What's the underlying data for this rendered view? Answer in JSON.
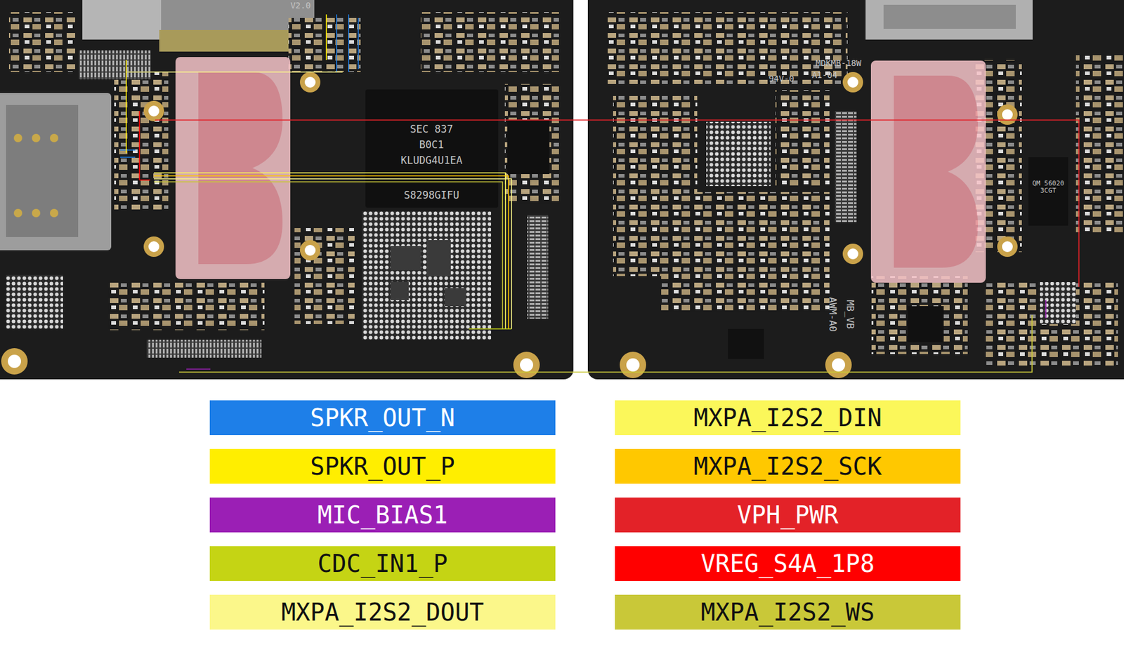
{
  "diagram": {
    "labels": [
      "V2.0",
      "SEC 837",
      "B0C1",
      "KLUDG4U1EA",
      "S8298GIFU",
      "94V-0",
      "A1-04",
      "MDKMB-18W",
      "QM 56020 3CGT",
      "AWM-A0",
      "MB_VB"
    ],
    "legend": [
      {
        "text": "SPKR_OUT_N",
        "color": "#1e7fe8"
      },
      {
        "text": "SPKR_OUT_P",
        "color": "#ffee00"
      },
      {
        "text": "MIC_BIAS1",
        "color": "#9b1fb5"
      },
      {
        "text": "CDC_IN1_P",
        "color": "#c5d414"
      },
      {
        "text": "MXPA_I2S2_DOUT",
        "color": "#fbf78a"
      },
      {
        "text": "MXPA_I2S2_DIN",
        "color": "#fbf75a"
      },
      {
        "text": "MXPA_I2S2_SCK",
        "color": "#ffc800"
      },
      {
        "text": "VPH_PWR",
        "color": "#e32228"
      },
      {
        "text": "VREG_S4A_1P8",
        "color": "#ff0000"
      },
      {
        "text": "MXPA_I2S2_WS",
        "color": "#c9c838"
      }
    ]
  }
}
